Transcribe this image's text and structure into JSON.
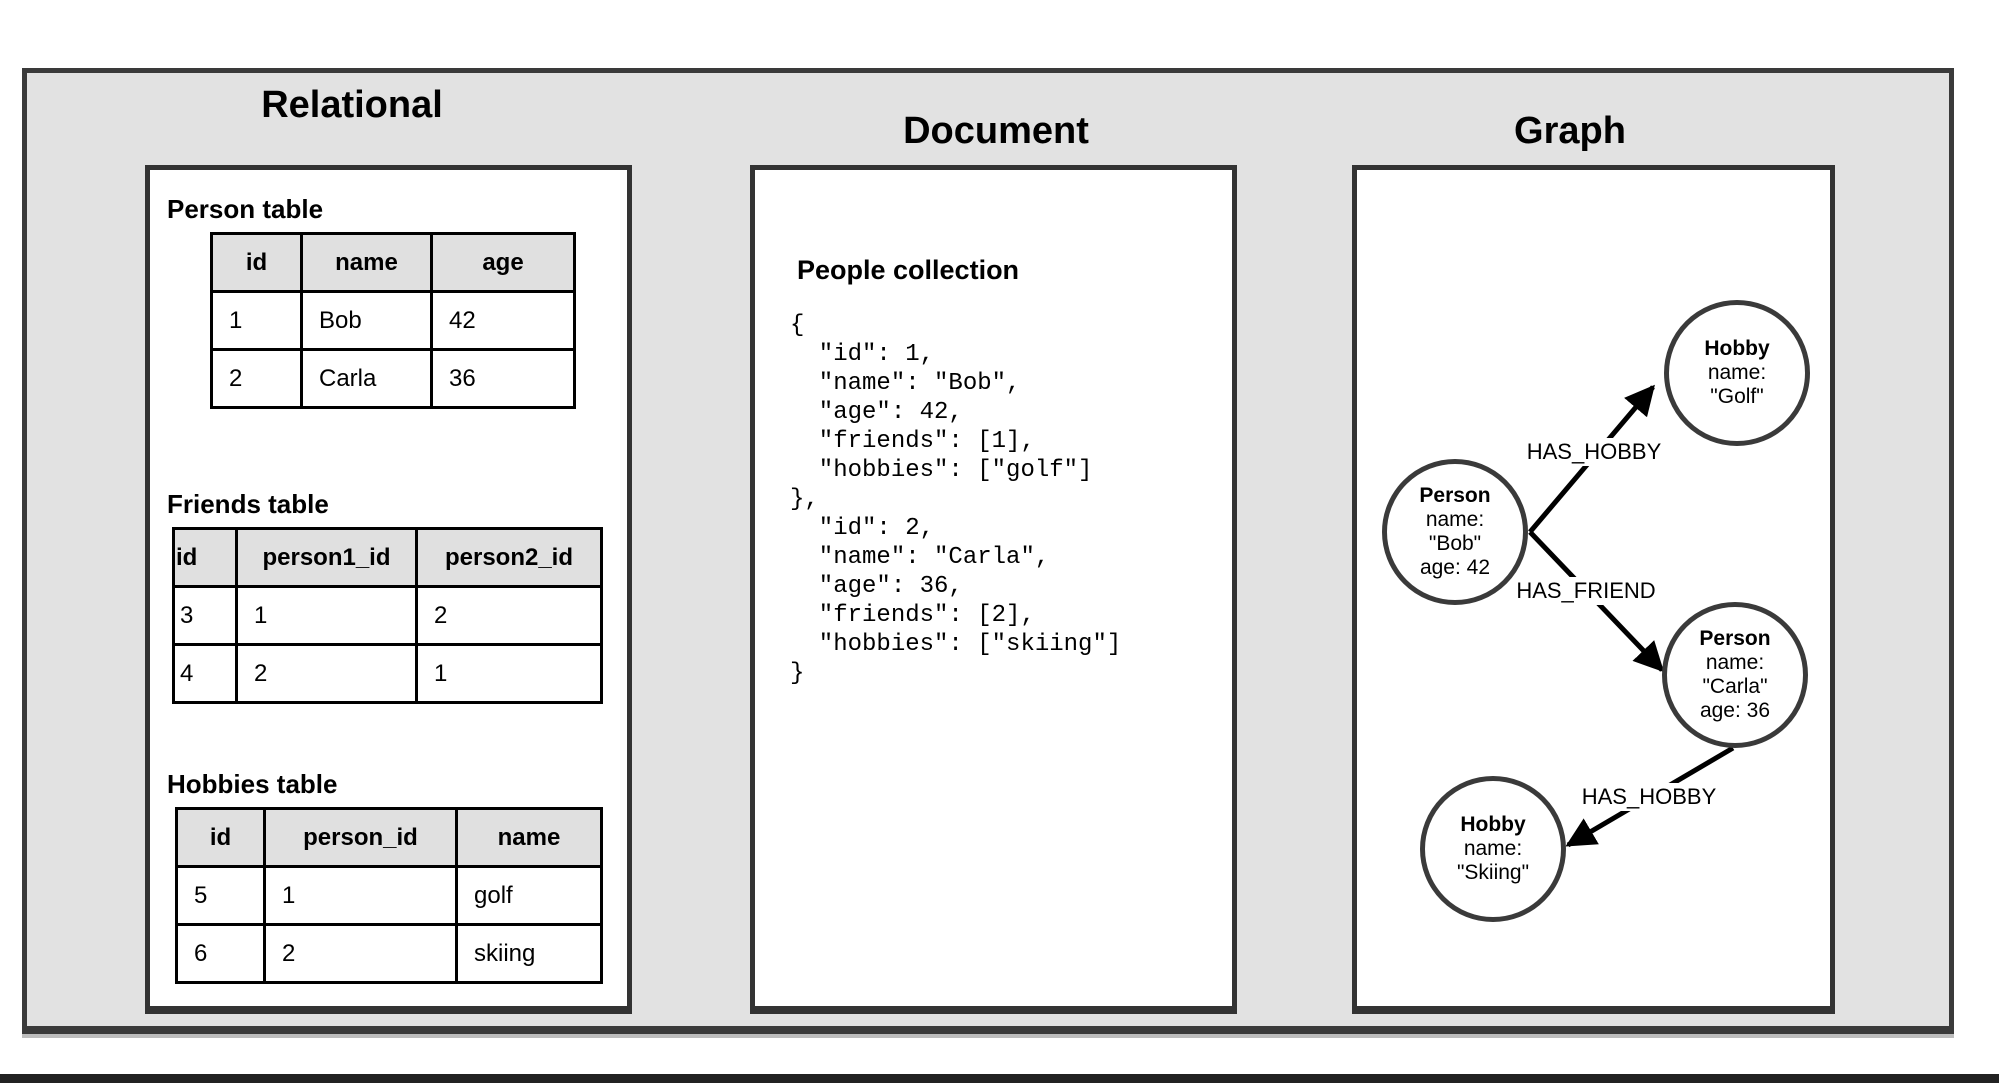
{
  "sections": {
    "relational": {
      "title": "Relational"
    },
    "document": {
      "title": "Document"
    },
    "graph": {
      "title": "Graph"
    }
  },
  "relational": {
    "person_table": {
      "caption": "Person table",
      "headers": [
        "id",
        "name",
        "age"
      ],
      "rows": [
        [
          "1",
          "Bob",
          "42"
        ],
        [
          "2",
          "Carla",
          "36"
        ]
      ]
    },
    "friends_table": {
      "caption": "Friends table",
      "headers": [
        "id",
        "person1_id",
        "person2_id"
      ],
      "rows": [
        [
          "3",
          "1",
          "2"
        ],
        [
          "4",
          "2",
          "1"
        ]
      ]
    },
    "hobbies_table": {
      "caption": "Hobbies table",
      "headers": [
        "id",
        "person_id",
        "name"
      ],
      "rows": [
        [
          "5",
          "1",
          "golf"
        ],
        [
          "6",
          "2",
          "skiing"
        ]
      ]
    }
  },
  "document": {
    "collection_title": "People collection",
    "code_lines": [
      "{",
      "  \"id\": 1,",
      "  \"name\": \"Bob\",",
      "  \"age\": 42,",
      "  \"friends\": [1],",
      "  \"hobbies\": [\"golf\"]",
      "},",
      "  \"id\": 2,",
      "  \"name\": \"Carla\",",
      "  \"age\": 36,",
      "  \"friends\": [2],",
      "  \"hobbies\": [\"skiing\"]",
      "}"
    ]
  },
  "graph": {
    "nodes": {
      "golf": {
        "label": "Hobby",
        "name_key": "name:",
        "name_value": "\"Golf\""
      },
      "bob": {
        "label": "Person",
        "name_key": "name:",
        "name_value": "\"Bob\"",
        "age": "age: 42"
      },
      "carla": {
        "label": "Person",
        "name_key": "name:",
        "name_value": "\"Carla\"",
        "age": "age: 36"
      },
      "skiing": {
        "label": "Hobby",
        "name_key": "name:",
        "name_value": "\"Skiing\""
      }
    },
    "edges": {
      "bob_golf": {
        "label": "HAS_HOBBY"
      },
      "bob_carla": {
        "label": "HAS_FRIEND"
      },
      "carla_skiing": {
        "label": "HAS_HOBBY"
      }
    }
  },
  "colors": {
    "container_fill": "#e2e2e2",
    "panel_fill": "#ffffff",
    "border_dark": "#333333",
    "table_header_fill": "#e0e0e0",
    "edge_stroke": "#000000"
  }
}
